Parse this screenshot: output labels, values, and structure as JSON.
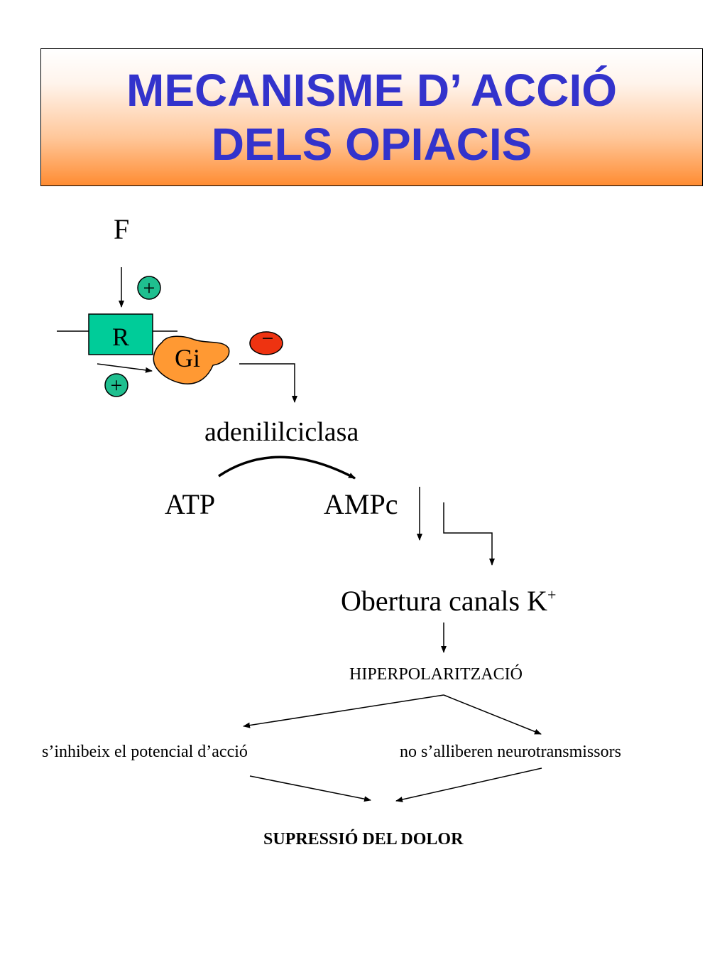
{
  "title": {
    "line1": "MECANISME D’ ACCIÓ",
    "line2": "DELS OPIACIS"
  },
  "labels": {
    "ligand": "F",
    "receptor": "R",
    "g_protein": "Gi",
    "plus_top": "+",
    "plus_bottom": "+",
    "minus": "−",
    "enzyme": "adenililciclasa",
    "atp": "ATP",
    "ampc": "AMPc",
    "k_channels": "Obertura canals K",
    "k_superscript": "+",
    "hyperpolarization": "HIPERPOLARITZACIÓ",
    "effect_left": "s’inhibeix el potencial d’acció",
    "effect_right": "no s’alliberen neurotransmissors",
    "result": "SUPRESSIÓ DEL DOLOR"
  },
  "colors": {
    "title_text": "#3333cc",
    "title_gradient_bottom": "#ff8c32",
    "receptor_fill": "#00cc99",
    "g_protein_fill": "#ff9933",
    "plus_fill": "#1fbf8f",
    "minus_fill": "#ee3311"
  }
}
